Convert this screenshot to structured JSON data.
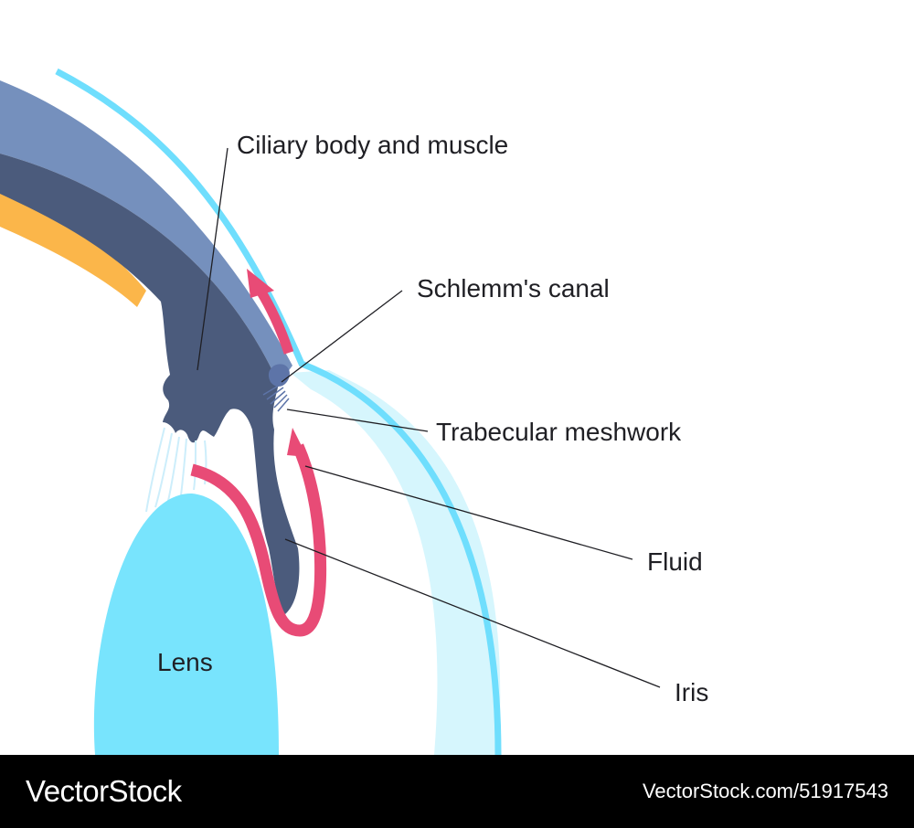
{
  "diagram": {
    "labels": {
      "ciliary": "Ciliary body and muscle",
      "schlemm": "Schlemm's canal",
      "trabecular": "Trabecular meshwork",
      "fluid": "Fluid",
      "iris": "Iris",
      "lens": "Lens"
    },
    "colors": {
      "sclera_light": "#d6f6fd",
      "cornea_edge": "#6fdefd",
      "lens": "#78e4fd",
      "ciliary_upper": "#7590bd",
      "ciliary_dark": "#4b5b7c",
      "choroid_orange": "#fbb64a",
      "fluid_arrow": "#e84b76",
      "zonule": "#cdeefb"
    }
  },
  "footer": {
    "brand": "VectorStock",
    "image_id": "VectorStock.com/51917543"
  }
}
